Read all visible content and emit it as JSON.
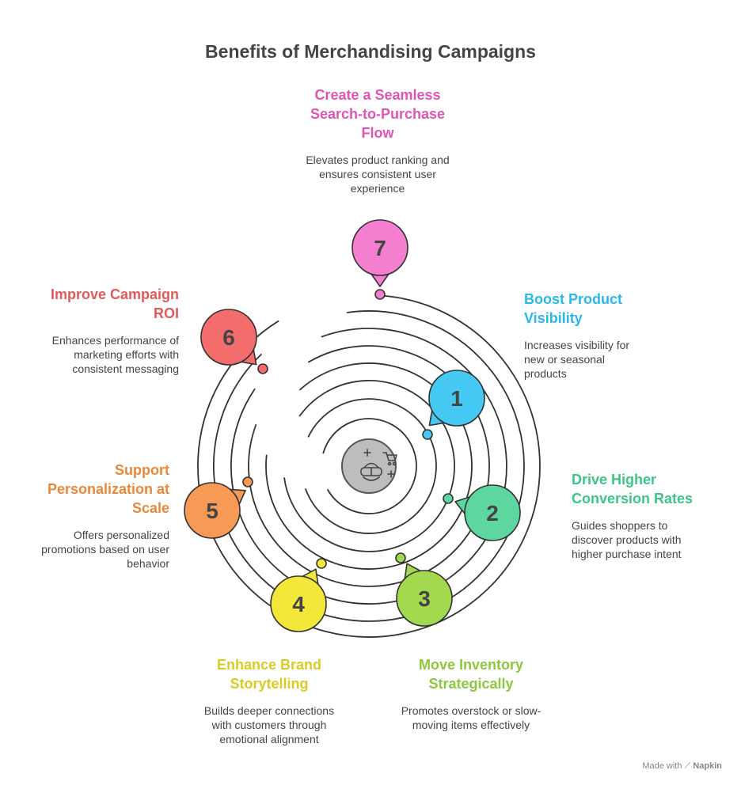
{
  "title": "Benefits of Merchandising Campaigns",
  "center_icon": "vr-shopping-cart-icon",
  "items": [
    {
      "number": "1",
      "title": "Boost Product Visibility",
      "description": "Increases visibility for new or seasonal products",
      "color": "#29b8e8",
      "fill": "#45c8f2"
    },
    {
      "number": "2",
      "title": "Drive Higher Conversion Rates",
      "description": "Guides shoppers to discover products with higher purchase intent",
      "color": "#3ec48a",
      "fill": "#5dd6a0"
    },
    {
      "number": "3",
      "title": "Move Inventory Strategically",
      "description": "Promotes overstock or slow-moving items effectively",
      "color": "#8dc63f",
      "fill": "#a3d94e"
    },
    {
      "number": "4",
      "title": "Enhance Brand Storytelling",
      "description": "Builds deeper connections with customers through emotional alignment",
      "color": "#d8cc22",
      "fill": "#f3e83a"
    },
    {
      "number": "5",
      "title": "Support Personalization at Scale",
      "description": "Offers personalized promotions based on user behavior",
      "color": "#e8883a",
      "fill": "#f79a55"
    },
    {
      "number": "6",
      "title": "Improve Campaign ROI",
      "description": "Enhances performance of marketing efforts with consistent messaging",
      "color": "#e05a5a",
      "fill": "#f36d6d"
    },
    {
      "number": "7",
      "title": "Create a Seamless Search-to-Purchase Flow",
      "description": "Elevates product ranking and ensures consistent user experience",
      "color": "#e055b4",
      "fill": "#f47ecf"
    }
  ],
  "footer": {
    "prefix": "Made with",
    "brand": "Napkin",
    "icon": "napkin-logo-icon"
  }
}
